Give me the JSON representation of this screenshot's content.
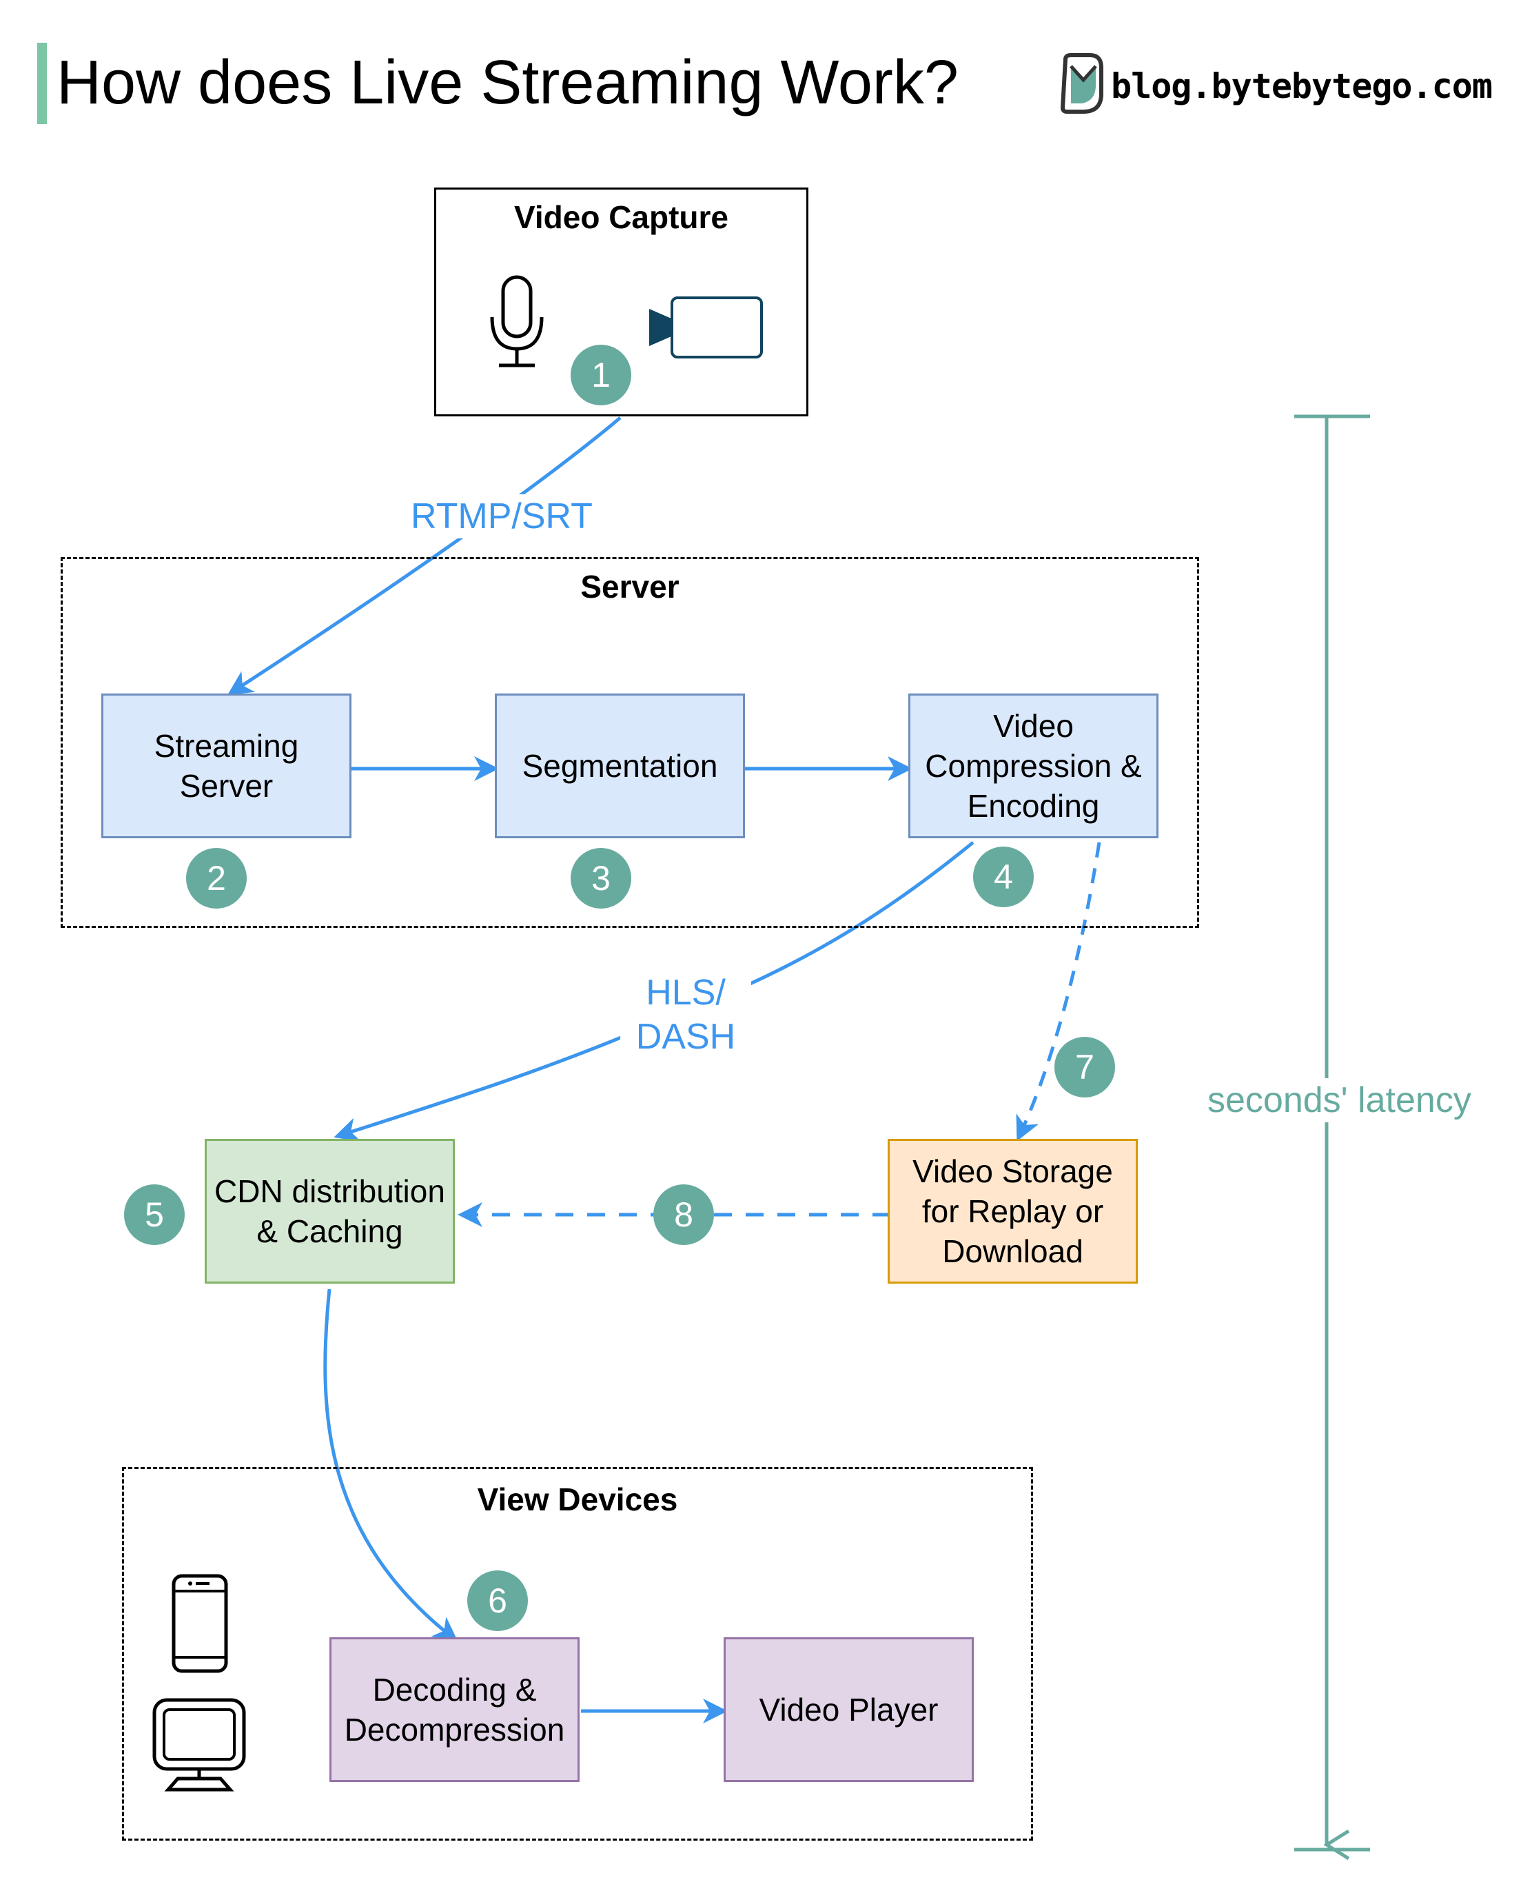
{
  "title": "How does Live Streaming Work?",
  "brand": {
    "text": "blog.bytebytego.com",
    "logo_icon": "bytebytego-logo-icon"
  },
  "capture": {
    "label": "Video Capture",
    "icons": [
      "microphone-icon",
      "video-camera-icon"
    ]
  },
  "server_group": {
    "label": "Server"
  },
  "view_group": {
    "label": "View Devices",
    "icons": [
      "smartphone-icon",
      "desktop-monitor-icon"
    ]
  },
  "nodes": {
    "streaming_server": "Streaming\nServer",
    "segmentation": "Segmentation",
    "compression": "Video\nCompression &\nEncoding",
    "cdn": "CDN distribution\n& Caching",
    "storage": "Video Storage\nfor Replay or\nDownload",
    "decoding": "Decoding &\nDecompression",
    "player": "Video Player"
  },
  "edge_labels": {
    "rtmp": "RTMP/SRT",
    "hls": "HLS/\nDASH"
  },
  "steps": [
    "1",
    "2",
    "3",
    "4",
    "5",
    "6",
    "7",
    "8"
  ],
  "latency": "seconds' latency",
  "colors": {
    "title_accent": "#7cc5a5",
    "arrow": "#3c96ee",
    "badge": "#67ab9f",
    "blue_fill": "#dae8fc",
    "green_fill": "#d5e8d4",
    "orange_fill": "#ffe6cc",
    "purple_fill": "#e1d5e7"
  }
}
